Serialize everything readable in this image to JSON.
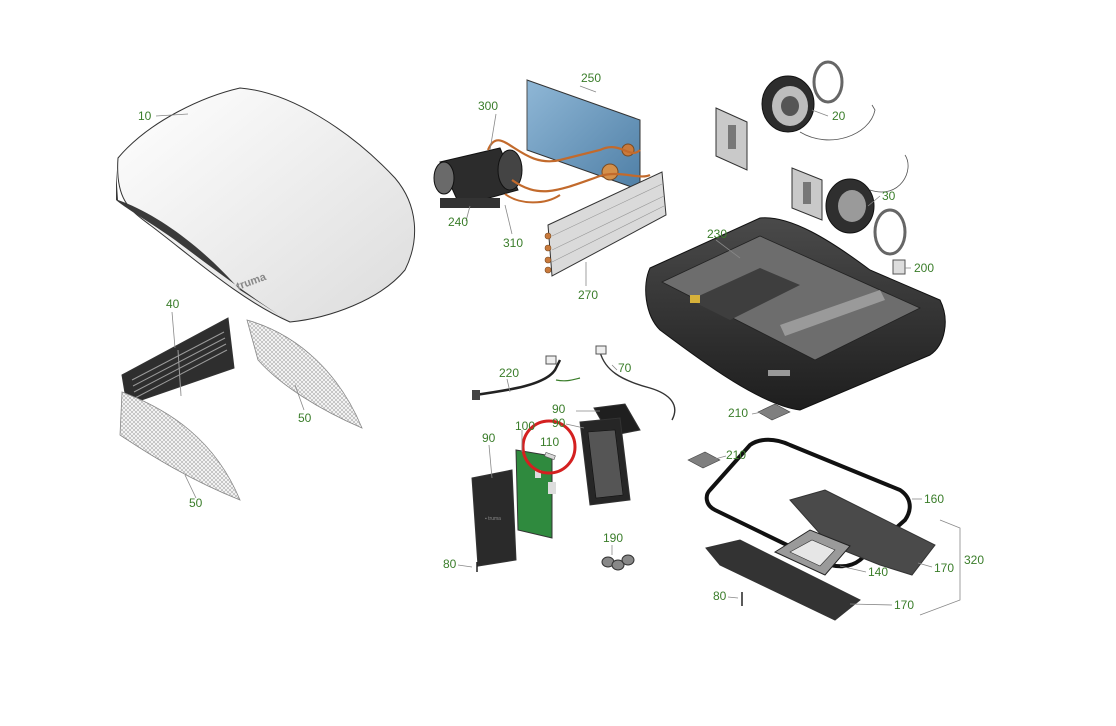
{
  "diagram": {
    "brand_logo_text": "truma",
    "highlight_color": "#d42020",
    "label_color": "#3a7d2a",
    "callouts": {
      "c10": "10",
      "c300": "300",
      "c250": "250",
      "c20": "20",
      "c30": "30",
      "c240": "240",
      "c310": "310",
      "c270": "270",
      "c230": "230",
      "c200": "200",
      "c40": "40",
      "c50a": "50",
      "c50b": "50",
      "c220": "220",
      "c70": "70",
      "c90a": "90",
      "c90b": "90",
      "c90c": "90",
      "c100": "100",
      "c110": "110",
      "c210a": "210",
      "c210b": "210",
      "c160": "160",
      "c190": "190",
      "c80a": "80",
      "c80b": "80",
      "c140": "140",
      "c170a": "170",
      "c170b": "170",
      "c320": "320"
    }
  }
}
